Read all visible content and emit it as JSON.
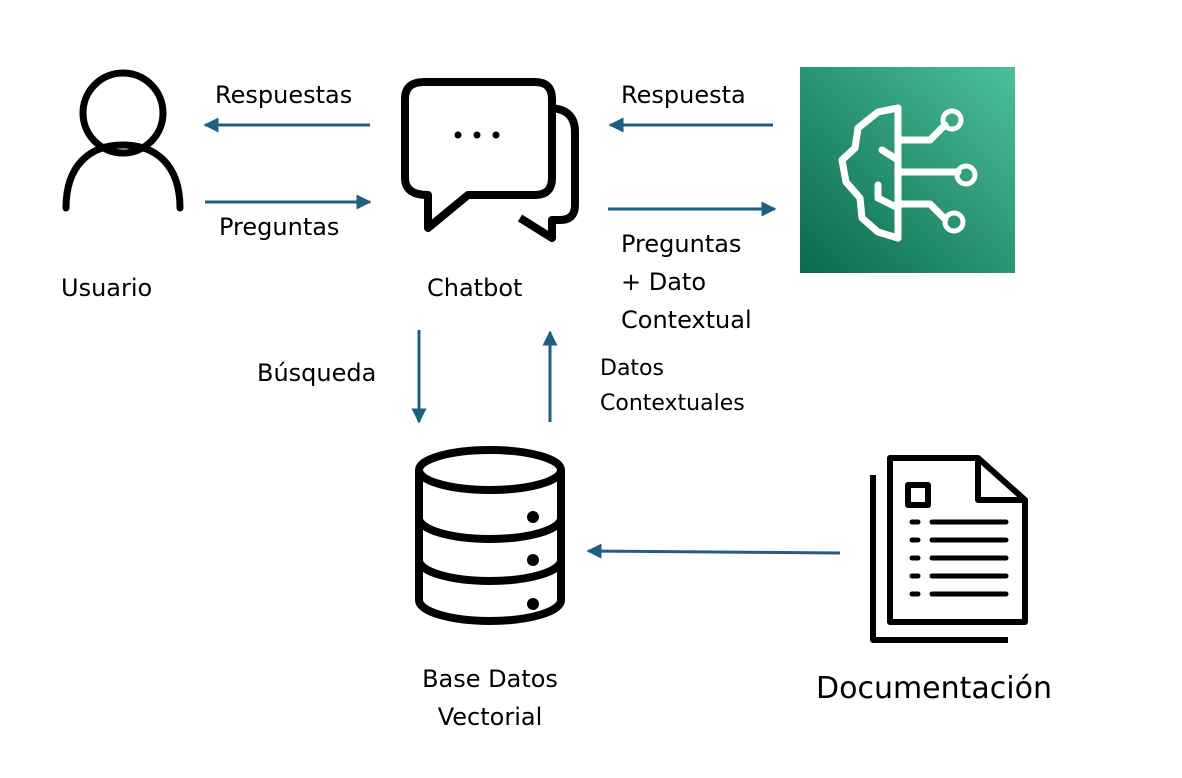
{
  "nodes": {
    "usuario": {
      "label": "Usuario"
    },
    "chatbot": {
      "label": "Chatbot"
    },
    "base_datos": {
      "line1": "Base Datos",
      "line2": "Vectorial"
    },
    "documentacion": {
      "label": "Documentación"
    }
  },
  "edges": {
    "respuestas": "Respuestas",
    "preguntas": "Preguntas",
    "respuesta": "Respuesta",
    "preguntas_contexto": {
      "line1": "Preguntas",
      "line2": "+ Dato",
      "line3": "Contextual"
    },
    "busqueda": "Búsqueda",
    "datos_contextuales": {
      "line1": "Datos",
      "line2": "Contextuales"
    }
  },
  "colors": {
    "arrow": "#1f5f80",
    "ai_gradient_start": "#4bbf9c",
    "ai_gradient_end": "#0a6a4e",
    "icon": "#000000"
  }
}
